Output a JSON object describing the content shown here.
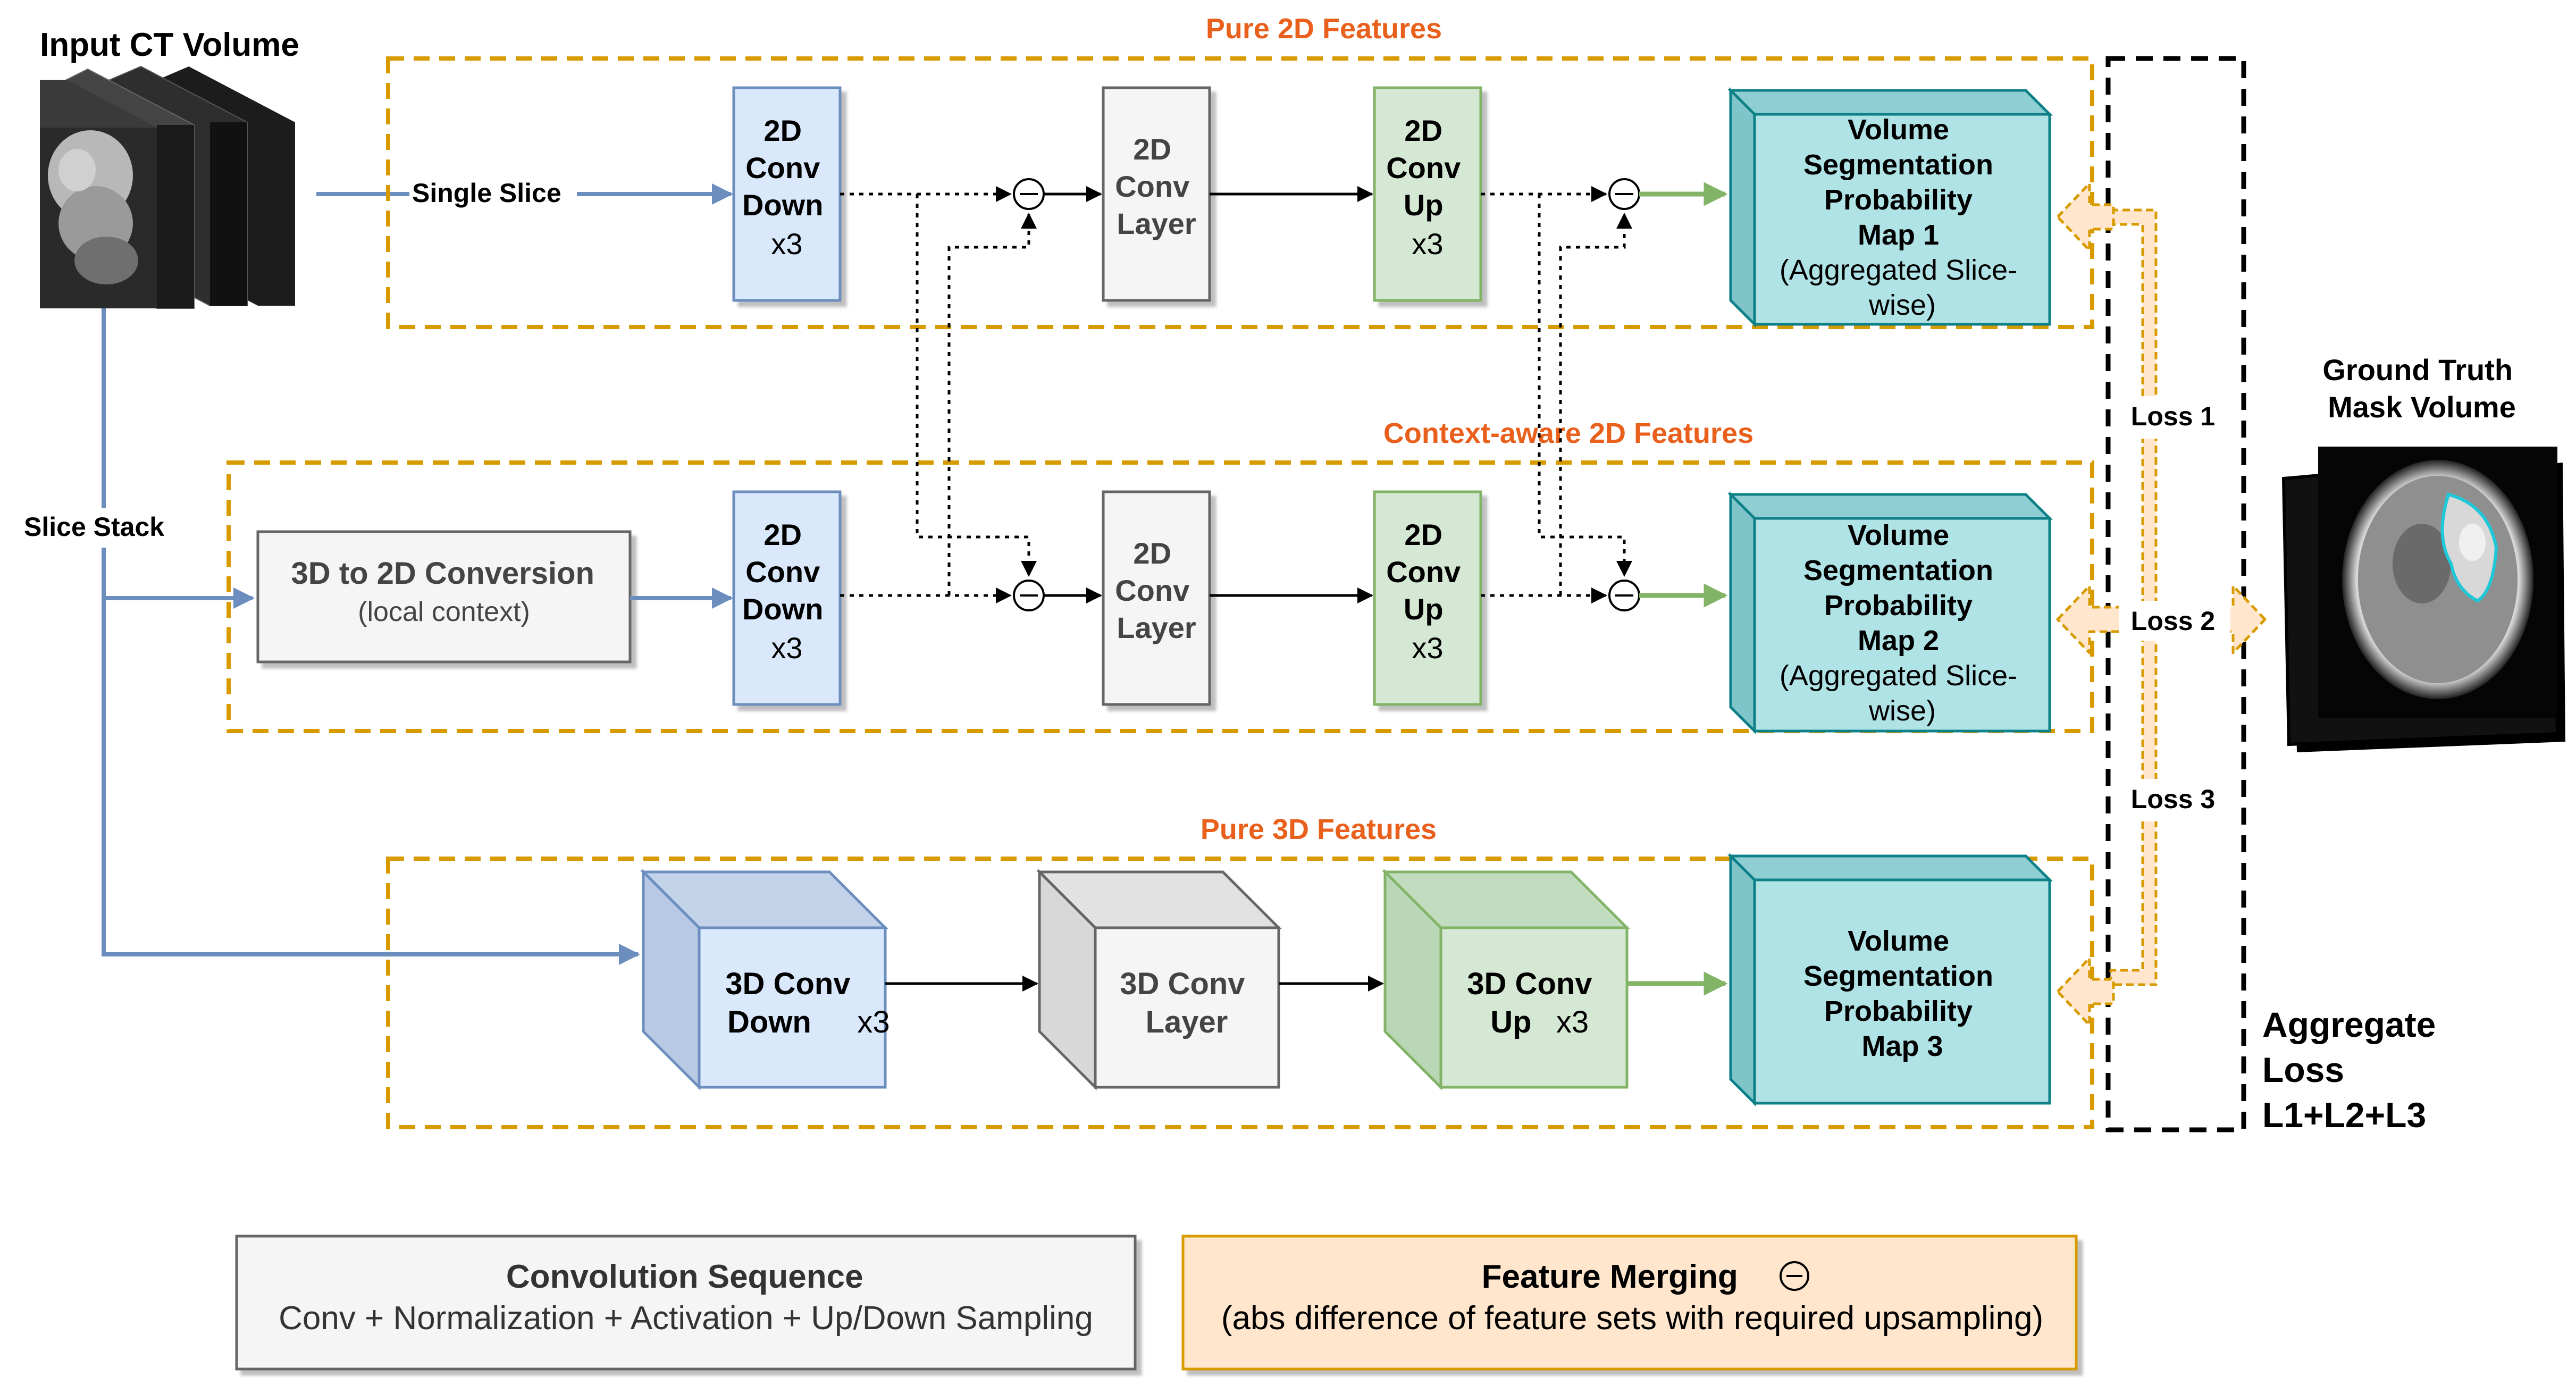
{
  "input": {
    "title": "Input CT Volume",
    "single_slice": "Single Slice",
    "slice_stack": "Slice Stack"
  },
  "sections": {
    "pure2d": "Pure 2D Features",
    "context2d": "Context-aware 2D Features",
    "pure3d": "Pure 3D Features"
  },
  "blocks": {
    "conv2d_down": [
      "2D",
      "Conv",
      "Down",
      "x3"
    ],
    "conv2d_layer": [
      "2D",
      "Conv",
      "Layer"
    ],
    "conv2d_up": [
      "2D",
      "Conv",
      "Up",
      "x3"
    ],
    "conversion": [
      "3D to 2D Conversion",
      "(local context)"
    ],
    "conv3d_down": [
      "3D Conv",
      "Down",
      "x3"
    ],
    "conv3d_layer": [
      "3D Conv",
      "Layer"
    ],
    "conv3d_up": [
      "3D Conv",
      "Up",
      "x3"
    ]
  },
  "outputs": {
    "map1": [
      "Volume",
      "Segmentation",
      "Probability",
      "Map 1",
      "(Aggregated Slice-",
      "wise)"
    ],
    "map2": [
      "Volume",
      "Segmentation",
      "Probability",
      "Map 2",
      "(Aggregated Slice-",
      "wise)"
    ],
    "map3": [
      "Volume",
      "Segmentation",
      "Probability",
      "Map 3"
    ]
  },
  "losses": {
    "loss1": "Loss 1",
    "loss2": "Loss 2",
    "loss3": "Loss 3",
    "aggregate": [
      "Aggregate",
      "Loss",
      "L1+L2+L3"
    ]
  },
  "ground_truth": [
    "Ground Truth",
    "Mask Volume"
  ],
  "merge_symbol": "⊖",
  "legend": {
    "conv_title": "Convolution Sequence",
    "conv_desc": "Conv + Normalization + Activation + Up/Down Sampling",
    "merge_title": "Feature Merging",
    "merge_desc": "(abs difference of feature sets with required upsampling)"
  },
  "colors": {
    "orange_dash": "#d79b00",
    "orange_text": "#e8601c",
    "blue_fill": "#dae8fc",
    "blue_stroke": "#6c8ebf",
    "grey_fill": "#f5f5f5",
    "grey_stroke": "#666666",
    "green_fill": "#d5e8d4",
    "green_stroke": "#82b366",
    "teal_fill": "#b0e3e6",
    "teal_stroke": "#0e8088",
    "peach_fill": "#ffe6cc"
  }
}
